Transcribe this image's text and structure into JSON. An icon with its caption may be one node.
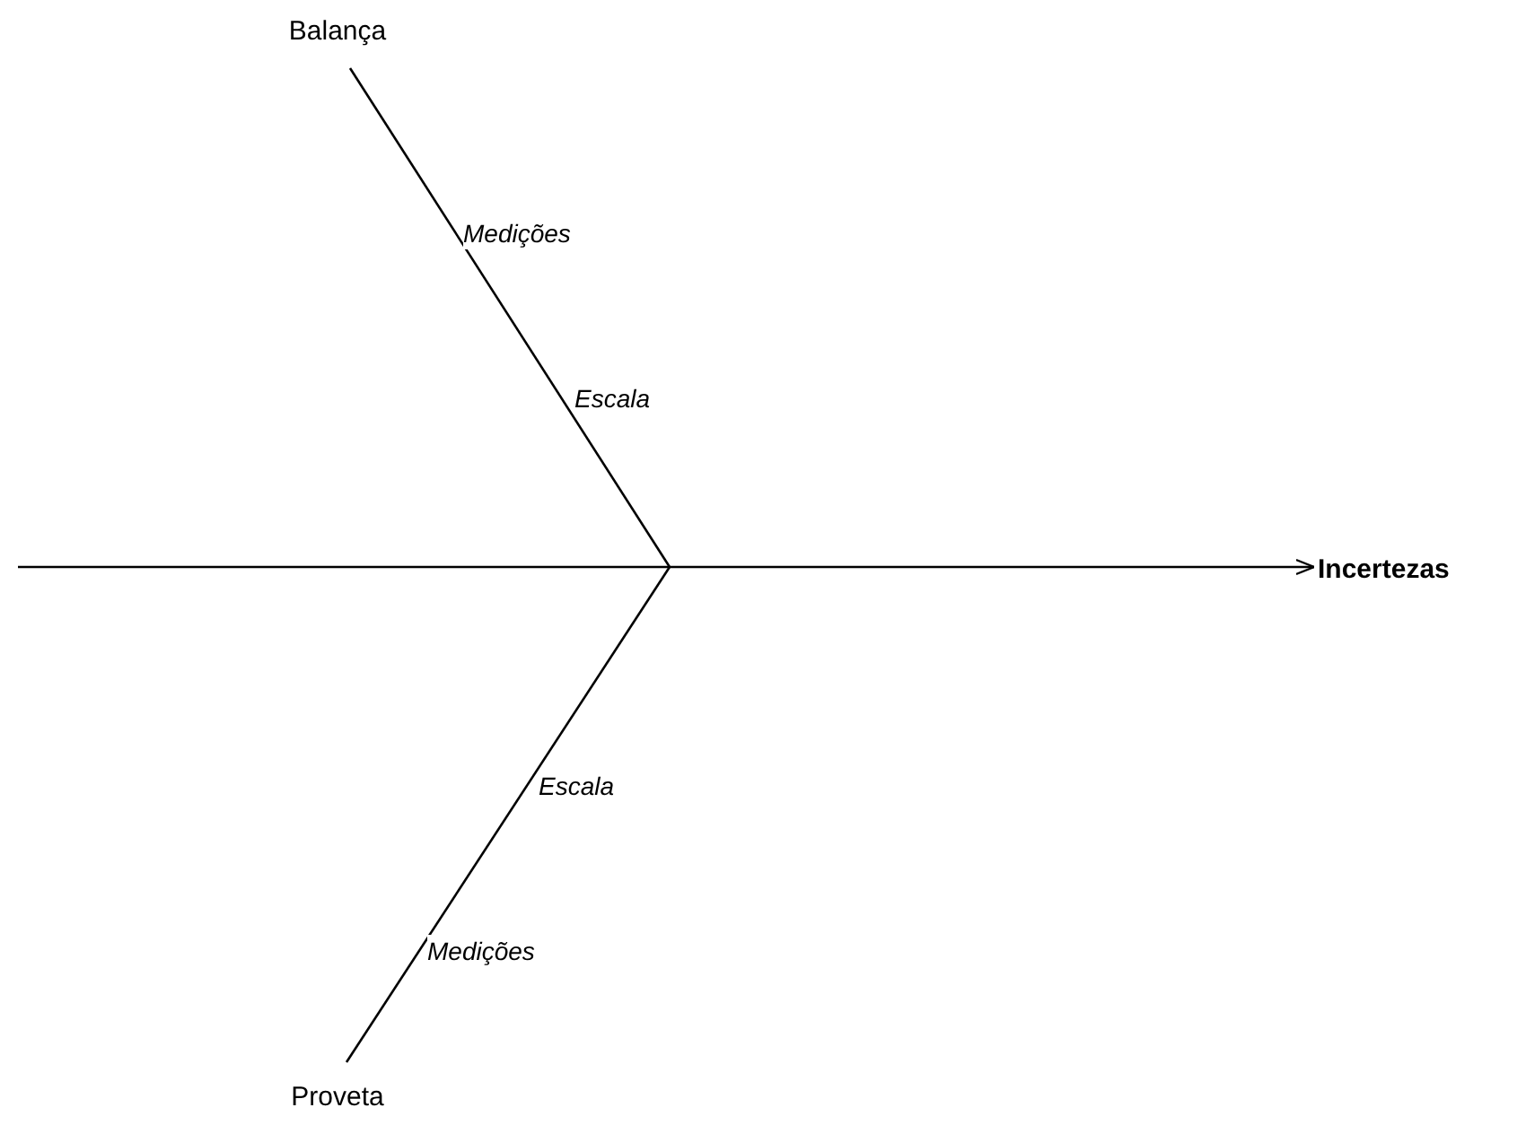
{
  "diagram": {
    "nodes": [
      {
        "text": [
          "Balança"
        ]
      },
      {
        "text": [
          "Proveta"
        ]
      },
      {
        "text": [
          "Incertezas"
        ]
      }
    ],
    "edges": [
      {
        "from": null,
        "to": 2,
        "arrow": "to"
      },
      {
        "from": 0,
        "to": null,
        "arrow": "none"
      },
      {
        "from": 1,
        "to": null,
        "arrow": "none"
      }
    ],
    "labels": [
      "Medições",
      "Escala",
      "Escala",
      "Medições"
    ]
  }
}
